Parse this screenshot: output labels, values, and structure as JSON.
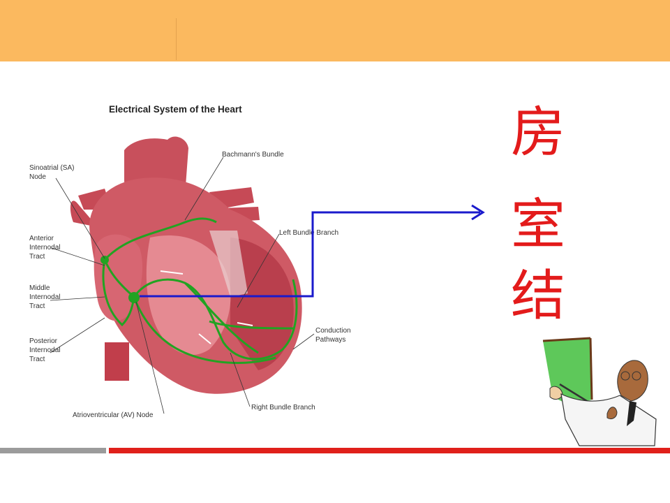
{
  "slide": {
    "colors": {
      "header": "#fbb95f",
      "footer_gray": "#9b9b9b",
      "footer_red": "#e0201b",
      "arrow": "#1a1acc",
      "chinese_text": "#e31b1b",
      "conduction_path": "#22a322"
    }
  },
  "diagram": {
    "title": "Electrical System of the Heart",
    "labels": {
      "sa_node": "Sinoatrial (SA)\nNode",
      "bachmann": "Bachmann's Bundle",
      "left_bundle": "Left Bundle Branch",
      "anterior": "Anterior\nInternodal\nTract",
      "middle": "Middle\nInternodal\nTract",
      "posterior": "Posterior\nInternodal\nTract",
      "conduction": "Conduction\nPathways",
      "right_bundle": "Right Bundle Branch",
      "av_node": "Atrioventricular (AV) Node"
    }
  },
  "annotation": {
    "chars": [
      "房",
      "室",
      "结"
    ]
  },
  "clipart": {
    "icon": "teacher-pointing-at-board-icon"
  }
}
